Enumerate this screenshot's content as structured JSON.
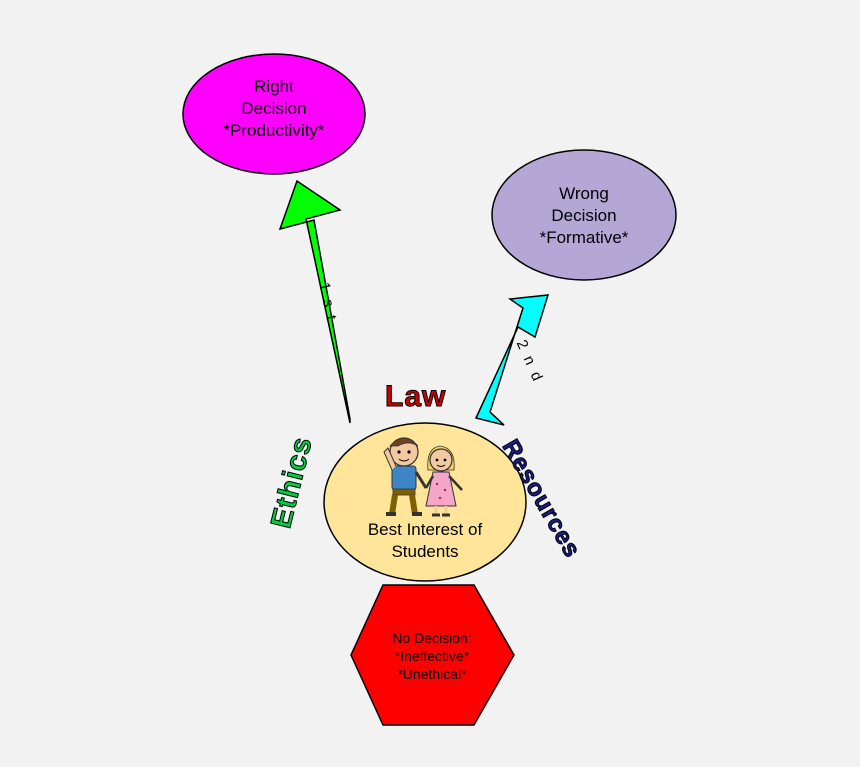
{
  "nodes": {
    "right": {
      "line1": "Right",
      "line2": "Decision",
      "line3": "*Productivity*",
      "fill": "#ff00ff"
    },
    "wrong": {
      "line1": "Wrong",
      "line2": "Decision",
      "line3": "*Formative*",
      "fill": "#b4a7d6"
    },
    "center": {
      "line1": "Best Interest of",
      "line2": "Students",
      "fill": "#ffe599"
    },
    "none": {
      "line1": "No Decision:",
      "line2": "*Ineffective*",
      "line3": "*Unethical*",
      "fill": "#ff0000"
    }
  },
  "arrows": {
    "first": {
      "label": "1st",
      "fill": "#00ff00"
    },
    "second": {
      "label": "2nd",
      "fill": "#00ffff"
    }
  },
  "words": {
    "law": {
      "text": "Law",
      "color": "#cc0000"
    },
    "ethics": {
      "text": "Ethics",
      "color": "#00cc44"
    },
    "resources": {
      "text": "Resources",
      "color": "#1c1c8c"
    }
  }
}
